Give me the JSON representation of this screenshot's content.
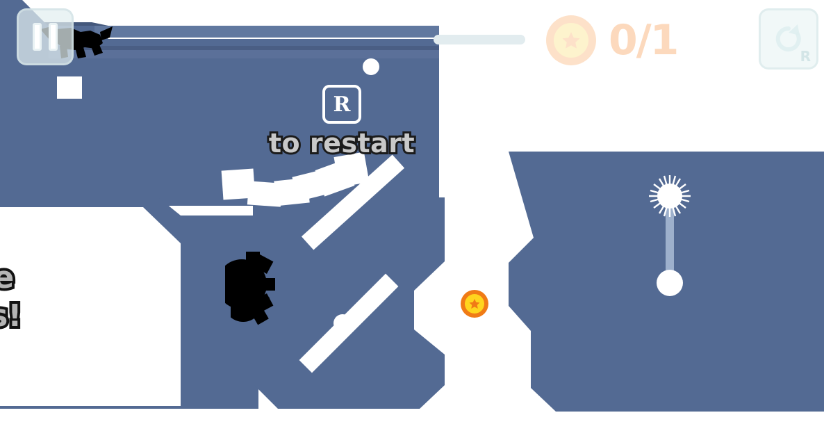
{
  "hud": {
    "pause_button": {
      "name": "Pause",
      "icon": "pause-icon"
    },
    "restart_button": {
      "name": "Restart",
      "icon": "restart-icon",
      "key_hint": "R"
    },
    "coin_counter": {
      "icon": "star-coin-icon",
      "value": "0/1"
    },
    "progress_bar": {
      "label": ""
    }
  },
  "prompts": {
    "restart_key": "R",
    "restart_label": "to restart",
    "hint_line_1": "the",
    "hint_line_2": "cts!"
  },
  "level": {
    "coin": {
      "icon": "star-coin-icon",
      "collected": "false"
    },
    "hazards": {
      "pendulum": "spike-ball-pendulum",
      "gear_upper": "gear-hazard",
      "gear_lower": "gear-hazard"
    },
    "objects": {
      "ball": "white-ball",
      "crate": "white-crate",
      "plank_chain": "white-plank-chain",
      "seesaw_upper": "white-seesaw",
      "seesaw_lower": "white-seesaw"
    },
    "character": "black-animal-character"
  },
  "colors": {
    "background": "#ffffff",
    "terrain": "#536a93",
    "terrain_highlight": "#61789f",
    "terrain_shadow": "#44587c",
    "object": "#ffffff",
    "coin_outer": "#f07b16",
    "coin_inner": "#ffd51e",
    "hud_faded": "#fcd9bd",
    "text_fill": "#c9c9c9",
    "text_stroke": "#1b1b1b"
  }
}
